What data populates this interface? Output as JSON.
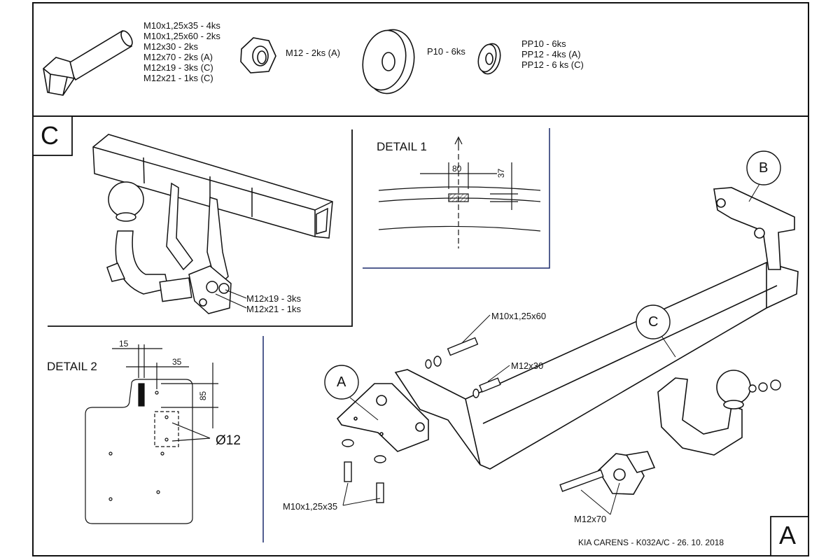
{
  "parts": {
    "bolts": [
      "M10x1,25x35 - 4ks",
      "M10x1,25x60 - 2ks",
      "M12x30 - 2ks",
      "M12x70 - 2ks (A)",
      "M12x19 - 3ks (C)",
      "M12x21 - 1ks (C)"
    ],
    "nut": "M12 - 2ks (A)",
    "plate_washer": "P10 - 6ks",
    "washers": [
      "PP10 - 6ks",
      "PP12 - 4ks (A)",
      "PP12 - 6 ks (C)"
    ]
  },
  "panel_c": {
    "letter": "C",
    "labels": [
      "M12x19 - 3ks",
      "M12x21 - 1ks"
    ]
  },
  "detail1": {
    "title": "DETAIL 1",
    "width": "80",
    "height": "37"
  },
  "detail2": {
    "title": "DETAIL 2",
    "dim_a": "15",
    "dim_b": "35",
    "dim_c": "85",
    "hole": "Ø12"
  },
  "main": {
    "callouts": [
      "A",
      "B",
      "C"
    ],
    "labels": {
      "bolt_60": "M10x1,25x60",
      "bolt_30": "M12x30",
      "bolt_35": "M10x1,25x35",
      "bolt_70": "M12x70"
    }
  },
  "footer": {
    "caption": "KIA CARENS - K032A/C - 26. 10. 2018",
    "corner_letter": "A"
  }
}
